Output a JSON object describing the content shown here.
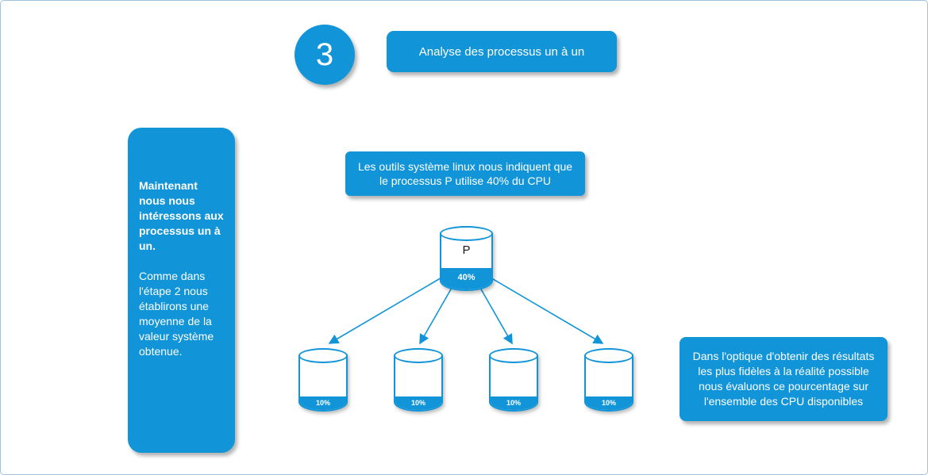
{
  "colors": {
    "accent": "#1295d8",
    "page_border": "#9cc3e4"
  },
  "step": {
    "number": "3",
    "title": "Analyse des processus un à un"
  },
  "left_note": {
    "bold_text": "Maintenant nous nous intéressons aux processus un à un.",
    "body_text": "Comme dans l'étape 2 nous établirons une moyenne de la valeur système obtenue."
  },
  "top_note": {
    "text": "Les outils système linux nous indiquent que le processus P utilise 40% du CPU"
  },
  "right_note": {
    "text": "Dans l'optique d'obtenir des résultats les plus fidèles à la réalité possible nous évaluons ce pourcentage sur l'ensemble des CPU disponibles"
  },
  "main_cylinder": {
    "label": "P",
    "value": "40%"
  },
  "child_cylinders": [
    {
      "value": "10%"
    },
    {
      "value": "10%"
    },
    {
      "value": "10%"
    },
    {
      "value": "10%"
    }
  ]
}
